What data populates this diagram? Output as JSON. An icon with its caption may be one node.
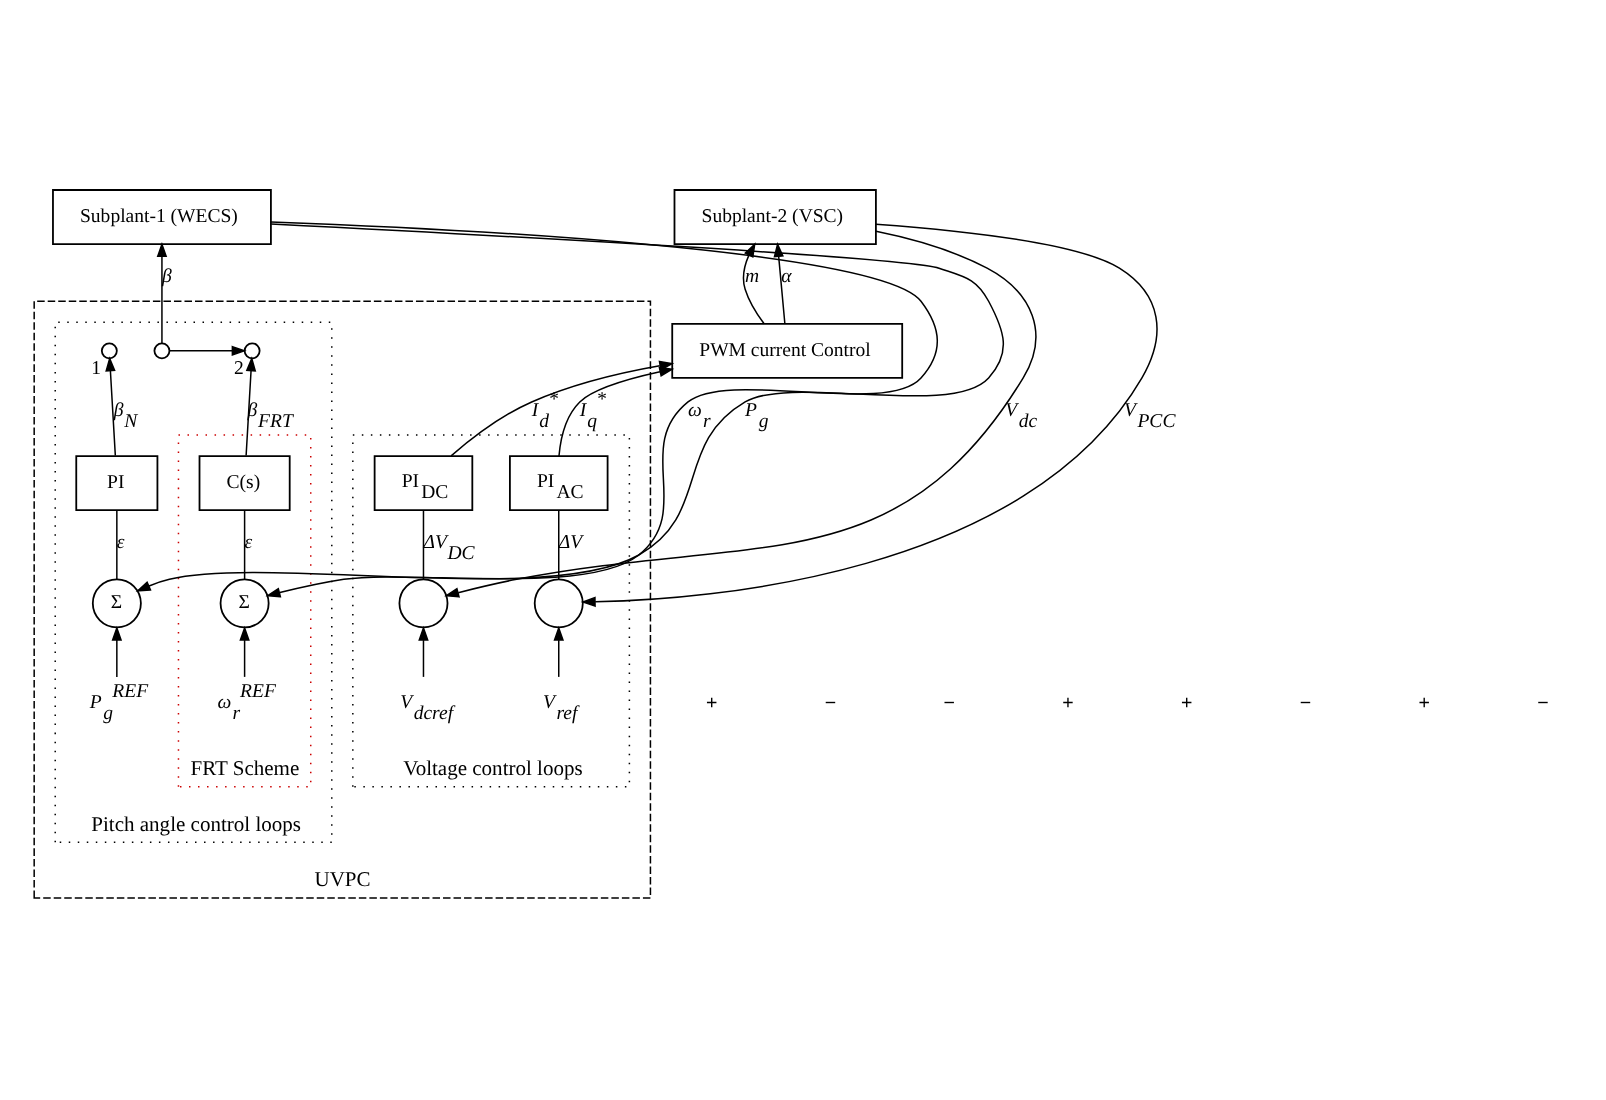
{
  "diagram": {
    "nodes": [
      {
        "text": [
          "Subplant-1 (WECS)"
        ]
      },
      {
        "text": [
          "Subplant-2 (VSC)"
        ]
      },
      {
        "text": [
          "PWM current Control"
        ]
      },
      {
        "text": [
          "UVPC"
        ]
      },
      {
        "text": [
          "Pitch angle control loops"
        ],
        "in": 3
      },
      {
        "text": [
          "Voltage control loops"
        ],
        "in": 3
      },
      {
        "text": [
          "FRT Scheme"
        ],
        "in": 4
      },
      {
        "text": [
          "Σ"
        ],
        "in": 4
      },
      {
        "text": [
          "PI"
        ],
        "in": 4
      },
      {
        "text": [],
        "shape": "circle",
        "in": 4,
        "beside": [
          "1"
        ]
      },
      {
        "text": [],
        "shape": "circle",
        "in": 4
      },
      {
        "text": [],
        "shape": "circle",
        "in": 4,
        "beside": [
          "2"
        ]
      },
      {
        "text": [
          "Σ"
        ],
        "in": 6
      },
      {
        "text": [
          "C(s)"
        ],
        "in": 6
      },
      {
        "text": [],
        "shape": "circle",
        "in": 5
      },
      {
        "text": [
          "PI$_{DC}$"
        ],
        "in": 5
      },
      {
        "text": [],
        "shape": "circle",
        "in": 5
      },
      {
        "text": [
          "PI$_{AC}$"
        ],
        "in": 5
      },
      {
        "text": [
          "P$_{g}$$^{REF}$"
        ],
        "in": 4
      },
      {
        "text": [
          "ω$_{r}$$^{REF}$"
        ],
        "in": 6
      },
      {
        "text": [
          "V$_{dcref}$"
        ],
        "in": 5
      },
      {
        "text": [
          "V$_{ref}$"
        ],
        "in": 5
      }
    ],
    "edges": [
      {
        "from": 0,
        "to": 7,
        "arrow": "to",
        "label": "P$_{g}$"
      },
      {
        "from": 0,
        "to": 12,
        "arrow": "to",
        "label": "ω$_{r}$"
      },
      {
        "from": 18,
        "to": 7,
        "arrow": "to"
      },
      {
        "from": 7,
        "to": 8,
        "arrow": "none",
        "label": "ε"
      },
      {
        "from": 8,
        "to": 9,
        "arrow": "to",
        "label": "β$_{N}$"
      },
      {
        "from": 10,
        "to": 11,
        "arrow": "to"
      },
      {
        "from": 10,
        "to": 0,
        "arrow": "to",
        "label": "β"
      },
      {
        "from": 19,
        "to": 12,
        "arrow": "to"
      },
      {
        "from": 12,
        "to": 13,
        "arrow": "none",
        "label": "ε"
      },
      {
        "from": 13,
        "to": 11,
        "arrow": "to",
        "label": "β$_{FRT}$"
      },
      {
        "from": 2,
        "to": 1,
        "arrow": "to",
        "label": "m"
      },
      {
        "from": 2,
        "to": 1,
        "arrow": "to",
        "label": "α"
      },
      {
        "from": 1,
        "to": 14,
        "arrow": "to",
        "label": "V$_{dc}$"
      },
      {
        "from": 20,
        "to": 14,
        "arrow": "to"
      },
      {
        "from": 14,
        "to": 15,
        "arrow": "none",
        "label": "ΔV$_{DC}$"
      },
      {
        "from": 15,
        "to": 2,
        "arrow": "to",
        "label": "I$_{d}$$^{*}$"
      },
      {
        "from": 1,
        "to": 16,
        "arrow": "to",
        "label": "V$_{PCC}$"
      },
      {
        "from": 21,
        "to": 16,
        "arrow": "to"
      },
      {
        "from": 16,
        "to": 17,
        "arrow": "none",
        "label": "ΔV"
      },
      {
        "from": 17,
        "to": 2,
        "arrow": "to",
        "label": "I$_{q}$$^{*}$"
      }
    ],
    "labels": [
      "+",
      "−",
      "−",
      "+",
      "+",
      "−",
      "+",
      "−"
    ]
  }
}
